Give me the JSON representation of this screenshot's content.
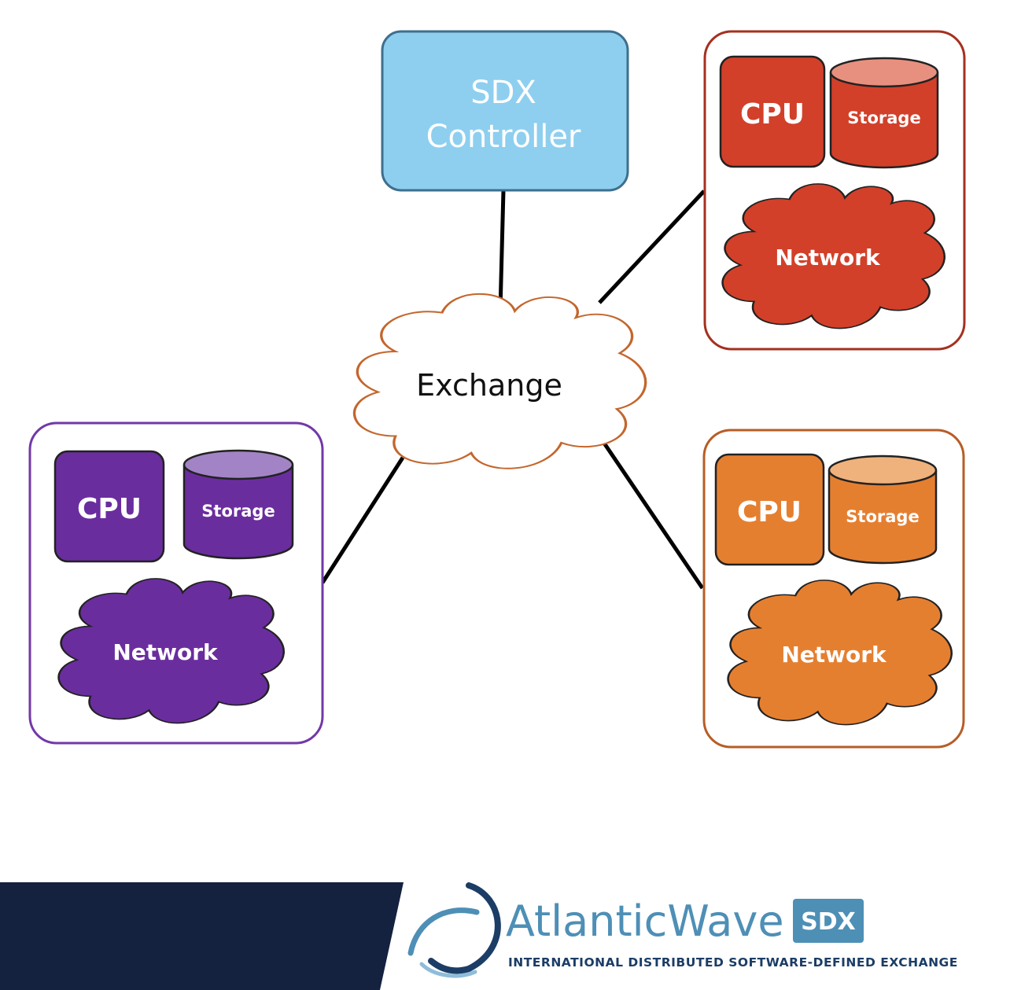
{
  "controller": {
    "line1": "SDX",
    "line2": "Controller"
  },
  "exchange": {
    "label": "Exchange"
  },
  "sites": [
    {
      "id": "red",
      "cpu": "CPU",
      "storage": "Storage",
      "network": "Network"
    },
    {
      "id": "purple",
      "cpu": "CPU",
      "storage": "Storage",
      "network": "Network"
    },
    {
      "id": "orange",
      "cpu": "CPU",
      "storage": "Storage",
      "network": "Network"
    }
  ],
  "colors": {
    "controller_fill": "#8ecfef",
    "controller_stroke": "#3e6f8e",
    "exchange_stroke": "#c3662d",
    "red": "#d2402a",
    "red_light": "#e8907f",
    "red_border": "#a5301f",
    "purple": "#6a2d9e",
    "purple_light": "#a284c6",
    "purple_border": "#7338a8",
    "orange": "#e57f30",
    "orange_light": "#efb27c",
    "orange_border": "#b75d26",
    "footer_dark": "#14213f",
    "brand": "#4e8fb6"
  },
  "footer": {
    "brand_part1": "Atlantic",
    "brand_part2": "Wave",
    "badge": "SDX",
    "tagline": "INTERNATIONAL DISTRIBUTED SOFTWARE-DEFINED EXCHANGE"
  }
}
